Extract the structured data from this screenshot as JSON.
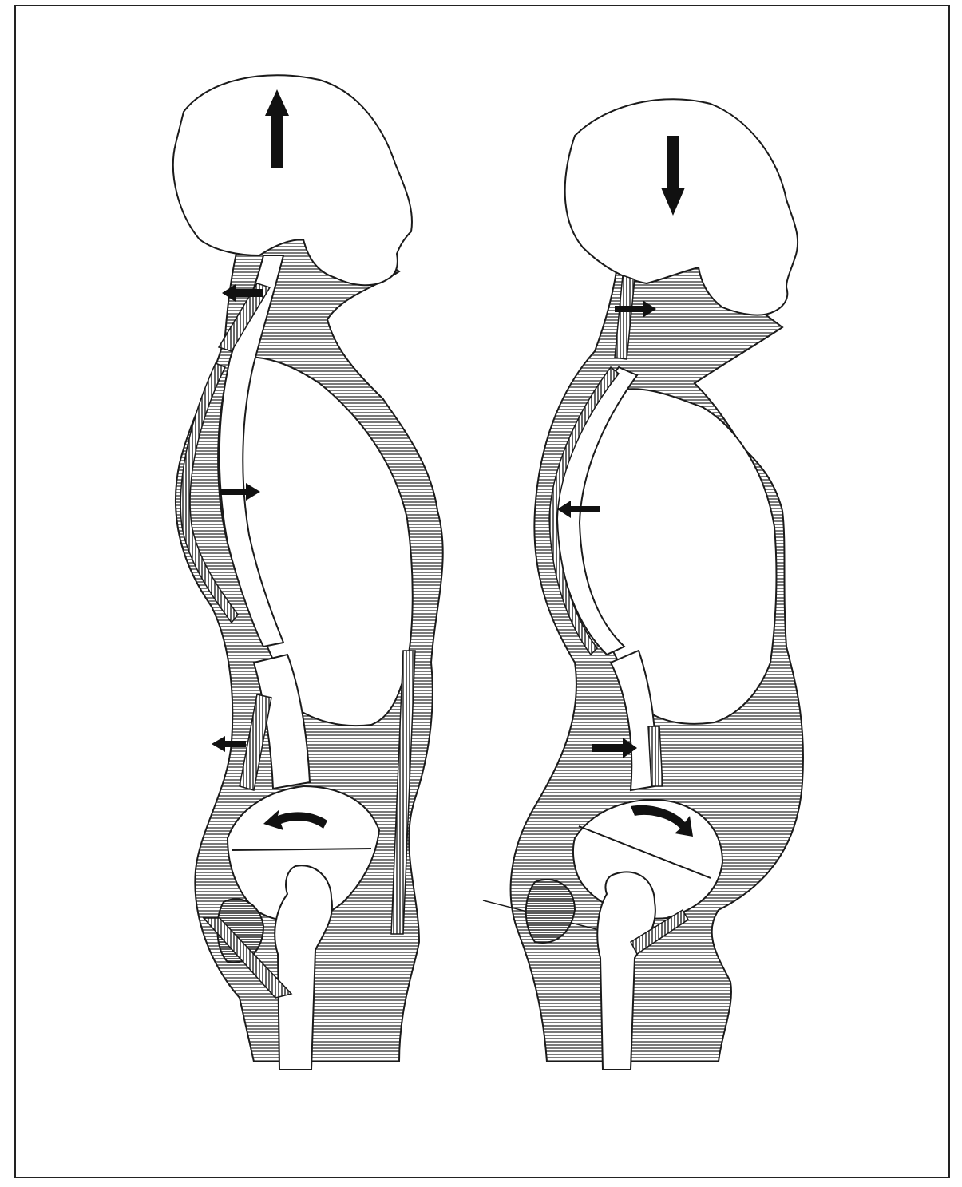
{
  "figure": {
    "type": "posture-comparison-illustration",
    "panels": [
      {
        "id": "left",
        "head_force": "up",
        "pelvis_rotation": "counterclockwise",
        "icons": [
          "arrow-up-icon",
          "arrow-left-icon",
          "arrow-right-icon",
          "curved-arrow-left-icon"
        ]
      },
      {
        "id": "right",
        "head_force": "down",
        "pelvis_rotation": "clockwise",
        "icons": [
          "arrow-down-icon",
          "arrow-right-icon",
          "arrow-left-icon",
          "curved-arrow-right-icon"
        ]
      }
    ],
    "colors": {
      "ink": "#1a1a1a",
      "hatch": "#3a3a3a",
      "paper": "#ffffff"
    }
  }
}
